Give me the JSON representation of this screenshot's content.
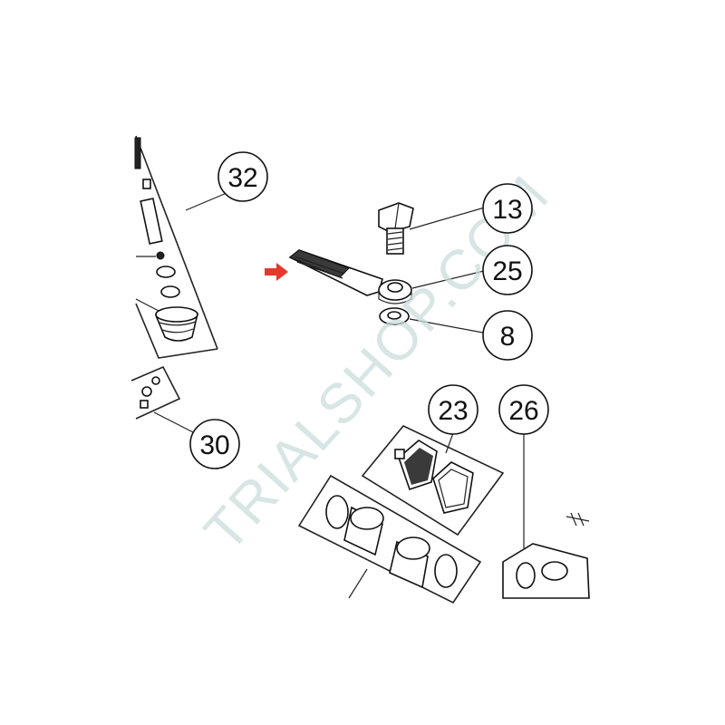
{
  "callouts": [
    {
      "id": "32",
      "label": "32"
    },
    {
      "id": "13",
      "label": "13"
    },
    {
      "id": "25",
      "label": "25"
    },
    {
      "id": "8",
      "label": "8"
    },
    {
      "id": "30",
      "label": "30"
    },
    {
      "id": "23",
      "label": "23"
    },
    {
      "id": "26",
      "label": "26"
    }
  ],
  "watermark": {
    "text": "TRIALSHOP.COM",
    "color": "#c9dedb"
  },
  "indicator": {
    "icon": "red-arrow-icon",
    "color": "#e8372c"
  }
}
